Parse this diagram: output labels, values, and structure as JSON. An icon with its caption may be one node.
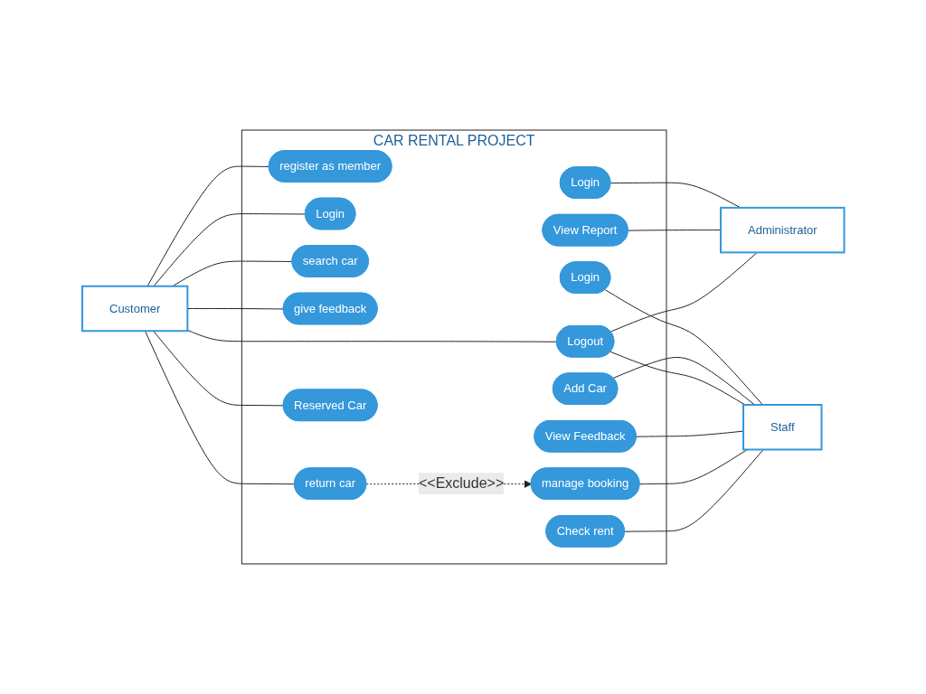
{
  "diagram": {
    "nodes": [
      {
        "text": [
          "CAR RENTAL PROJECT"
        ]
      },
      {
        "text": [
          "Customer"
        ]
      },
      {
        "text": [
          "register as member"
        ],
        "in": 0
      },
      {
        "text": [
          "Login"
        ],
        "in": 0
      },
      {
        "text": [
          "search car"
        ],
        "in": 0
      },
      {
        "text": [
          "give feedback"
        ],
        "in": 0
      },
      {
        "text": [
          "return car"
        ],
        "in": 0
      },
      {
        "text": [
          "Reserved Car"
        ],
        "in": 0
      },
      {
        "text": [
          "Logout"
        ],
        "in": 0
      },
      {
        "text": [
          "Login"
        ],
        "in": 0
      },
      {
        "text": [
          "View Report"
        ],
        "in": 0
      },
      {
        "text": [
          "Login"
        ],
        "in": 0
      },
      {
        "text": [
          "Add Car"
        ],
        "in": 0
      },
      {
        "text": [
          "View Feedback"
        ],
        "in": 0
      },
      {
        "text": [
          "manage booking"
        ],
        "in": 0
      },
      {
        "text": [
          "Check rent"
        ],
        "in": 0
      },
      {
        "text": [
          "Administrator"
        ]
      },
      {
        "text": [
          "Staff"
        ]
      }
    ],
    "edges": [
      {
        "from": 1,
        "to": 2,
        "arrow": "none"
      },
      {
        "from": 1,
        "to": 3,
        "arrow": "none"
      },
      {
        "from": 1,
        "to": 4,
        "arrow": "none"
      },
      {
        "from": 1,
        "to": 5,
        "arrow": "none"
      },
      {
        "from": 1,
        "to": 6,
        "arrow": "none"
      },
      {
        "from": 1,
        "to": 7,
        "arrow": "none"
      },
      {
        "from": 1,
        "to": 8,
        "arrow": "none"
      },
      {
        "from": 9,
        "to": 16,
        "arrow": "none"
      },
      {
        "from": 10,
        "to": 16,
        "arrow": "none"
      },
      {
        "from": 8,
        "to": 16,
        "arrow": "none"
      },
      {
        "from": 11,
        "to": 17,
        "arrow": "none"
      },
      {
        "from": 12,
        "to": 17,
        "arrow": "none"
      },
      {
        "from": 8,
        "to": 17,
        "arrow": "none"
      },
      {
        "from": 13,
        "to": 17,
        "arrow": "none"
      },
      {
        "from": 14,
        "to": 17,
        "arrow": "none"
      },
      {
        "from": 15,
        "to": 17,
        "arrow": "none"
      },
      {
        "from": 6,
        "to": 14,
        "arrow": "to",
        "style": "dashed",
        "label": "<<Exclude>>"
      }
    ]
  }
}
